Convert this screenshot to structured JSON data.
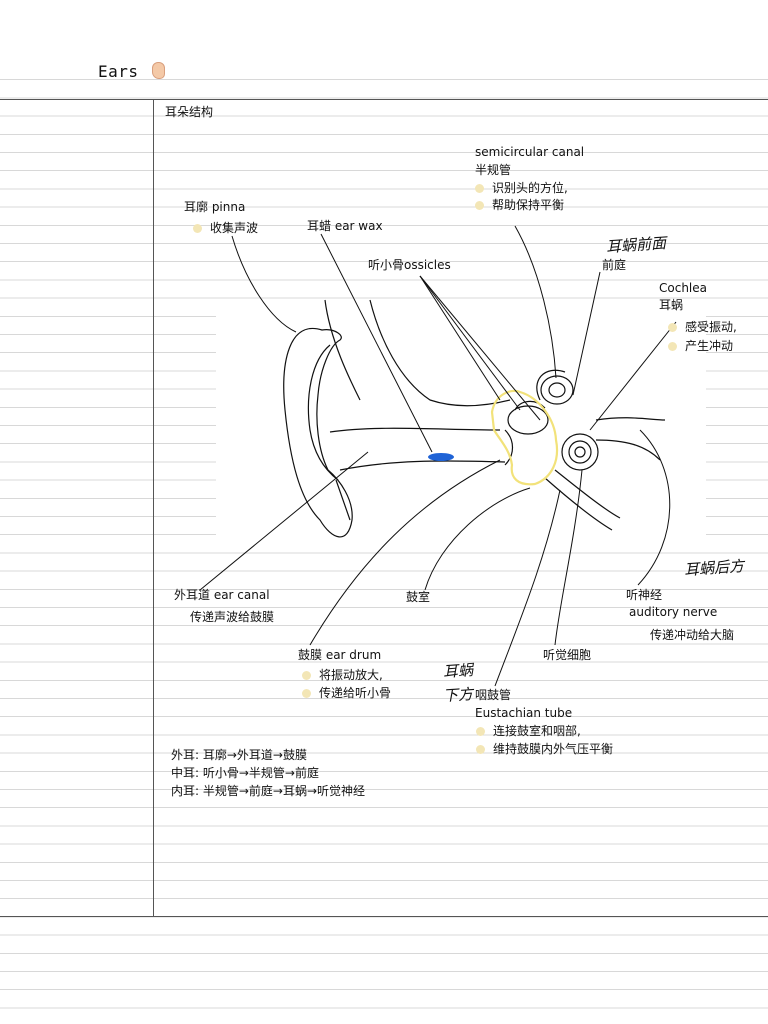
{
  "page": {
    "title": "Ears",
    "title_icon": "ear-icon",
    "section_heading": "耳朵结构"
  },
  "labels": {
    "semicircular_en": "semicircular canal",
    "semicircular_cn": "半规管",
    "semicircular_notes": [
      "识别头的方位,",
      "帮助保持平衡"
    ],
    "pinna": "耳廓 pinna",
    "pinna_notes": [
      "收集声波"
    ],
    "earwax": "耳蜡 ear wax",
    "ossicles": "听小骨ossicles",
    "vestibule": "前庭",
    "cochlea_en": "Cochlea",
    "cochlea_cn": "耳蜗",
    "cochlea_notes": [
      "感受振动,",
      "产生冲动"
    ],
    "ear_canal": "外耳道 ear canal",
    "ear_canal_note": "传递声波给鼓膜",
    "tympanic_cavity": "鼓室",
    "auditory_nerve_cn": "听神经",
    "auditory_nerve_en": "auditory nerve",
    "auditory_nerve_note": "传递冲动给大脑",
    "eardrum": "鼓膜 ear drum",
    "eardrum_notes": [
      "将振动放大,",
      "传递给听小骨"
    ],
    "hair_cells": "听觉细胞",
    "eustachian_cn": "咽鼓管",
    "eustachian_en": "Eustachian tube",
    "eustachian_notes": [
      "连接鼓室和咽部,",
      "维持鼓膜内外气压平衡"
    ]
  },
  "handwritten": {
    "cochlea_front": "耳蜗前面",
    "cochlea_back": "耳蜗后方",
    "cochlea_below_1": "耳蜗",
    "cochlea_below_2": "下方"
  },
  "summary": [
    "外耳: 耳廓→外耳道→鼓膜",
    "中耳: 听小骨→半规管→前庭",
    "内耳: 半规管→前庭→耳蜗→听觉神经"
  ],
  "colors": {
    "highlight_yellow": "#f2e27a",
    "bullet": "#f3e6b6",
    "earwax_blue": "#1f63d6",
    "rule_line": "#d8d8d8"
  }
}
